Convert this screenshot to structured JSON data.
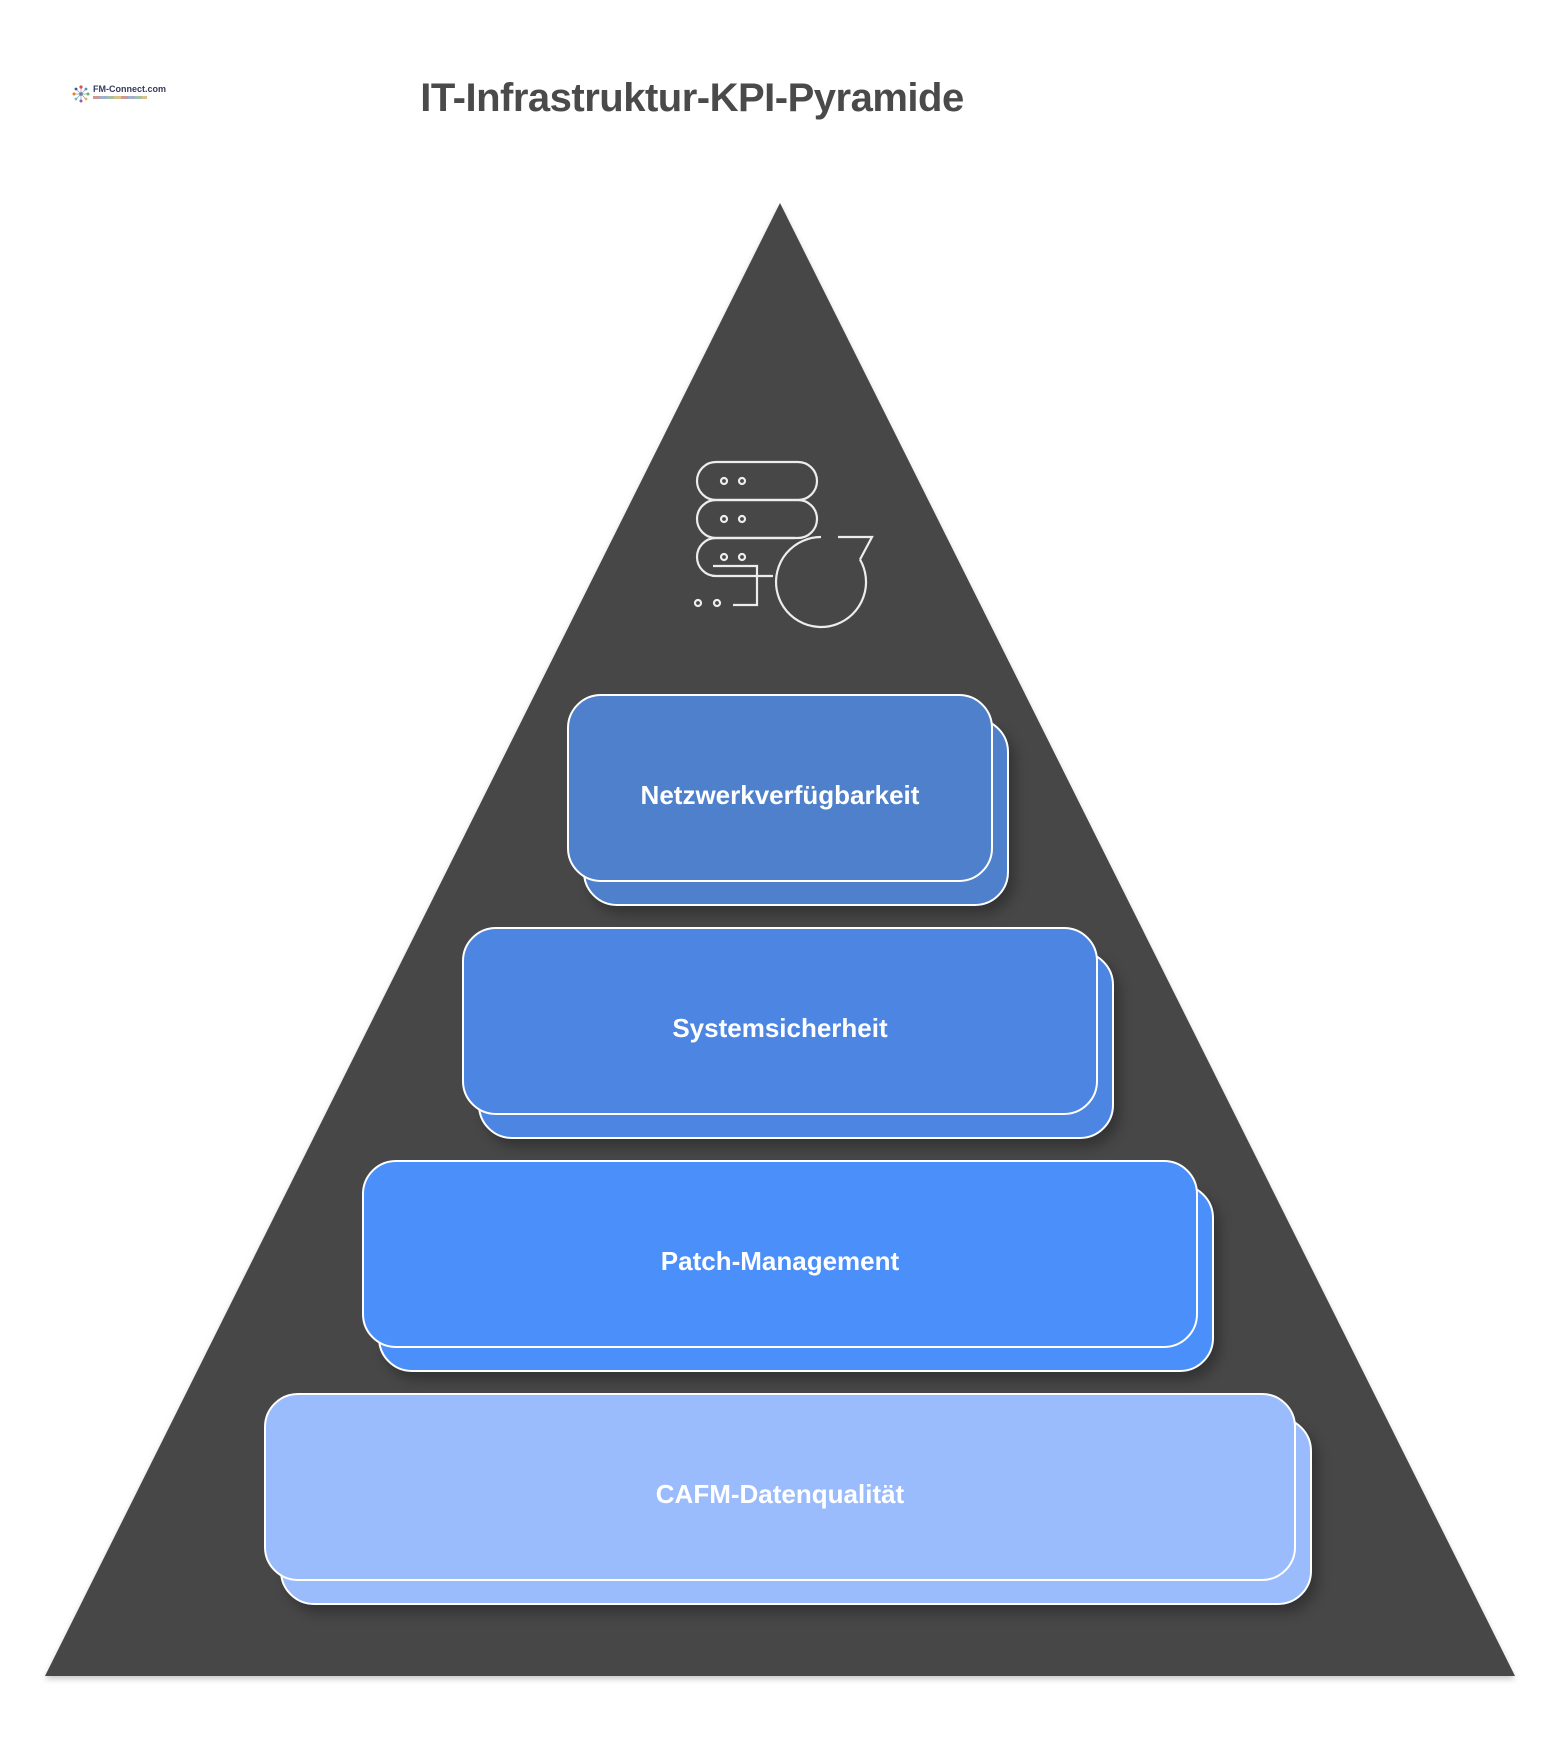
{
  "title": "IT-Infrastruktur-KPI-Pyramide",
  "logo": {
    "name": "FM-Connect.com"
  },
  "icons": {
    "top": "server-refresh-icon",
    "logo": "starburst-icon"
  },
  "colors": {
    "background": "#ffffff",
    "triangle": "#474747",
    "title": "#4a4a4a",
    "card_border": "#ffffff",
    "card_text": "#ffffff"
  },
  "pyramid": {
    "levels": [
      {
        "label": "Netzwerkverfügbarkeit",
        "color": "#4e80cb"
      },
      {
        "label": "Systemsicherheit",
        "color": "#4c86e2"
      },
      {
        "label": "Patch-Management",
        "color": "#4b8ffa"
      },
      {
        "label": "CAFM-Datenqualität",
        "color": "#9abbfc"
      }
    ]
  }
}
